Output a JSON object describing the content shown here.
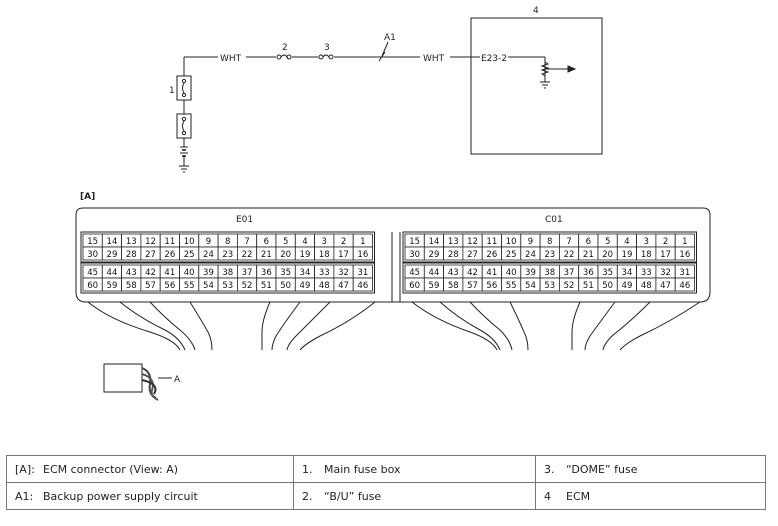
{
  "schematic": {
    "wire_left": "WHT",
    "wire_right": "WHT",
    "fuse_b_u_num": "2",
    "fuse_dome_num": "3",
    "circuit_ref": "A1",
    "ecm_num": "4",
    "ecm_terminal": "E23-2",
    "main_fuse_num": "1"
  },
  "connector": {
    "view_label": "[A]",
    "left_name": "E01",
    "right_name": "C01",
    "row1": [
      "15",
      "14",
      "13",
      "12",
      "11",
      "10",
      "9",
      "8",
      "7",
      "6",
      "5",
      "4",
      "3",
      "2",
      "1"
    ],
    "row2": [
      "30",
      "29",
      "28",
      "27",
      "26",
      "25",
      "24",
      "23",
      "22",
      "21",
      "20",
      "19",
      "18",
      "17",
      "16"
    ],
    "row3": [
      "45",
      "44",
      "43",
      "42",
      "41",
      "40",
      "39",
      "38",
      "37",
      "36",
      "35",
      "34",
      "33",
      "32",
      "31"
    ],
    "row4": [
      "60",
      "59",
      "58",
      "57",
      "56",
      "55",
      "54",
      "53",
      "52",
      "51",
      "50",
      "49",
      "48",
      "47",
      "46"
    ],
    "plug_label": "A"
  },
  "legend": {
    "rows": [
      [
        {
          "key": "[A]:",
          "text": "ECM connector (View: A)"
        },
        {
          "key": "1.",
          "text": "Main fuse box"
        },
        {
          "key": "3.",
          "text": "“DOME” fuse"
        }
      ],
      [
        {
          "key": "A1:",
          "text": "Backup power supply circuit"
        },
        {
          "key": "2.",
          "text": "“B/U” fuse"
        },
        {
          "key": "4",
          "text": "ECM"
        }
      ]
    ]
  }
}
